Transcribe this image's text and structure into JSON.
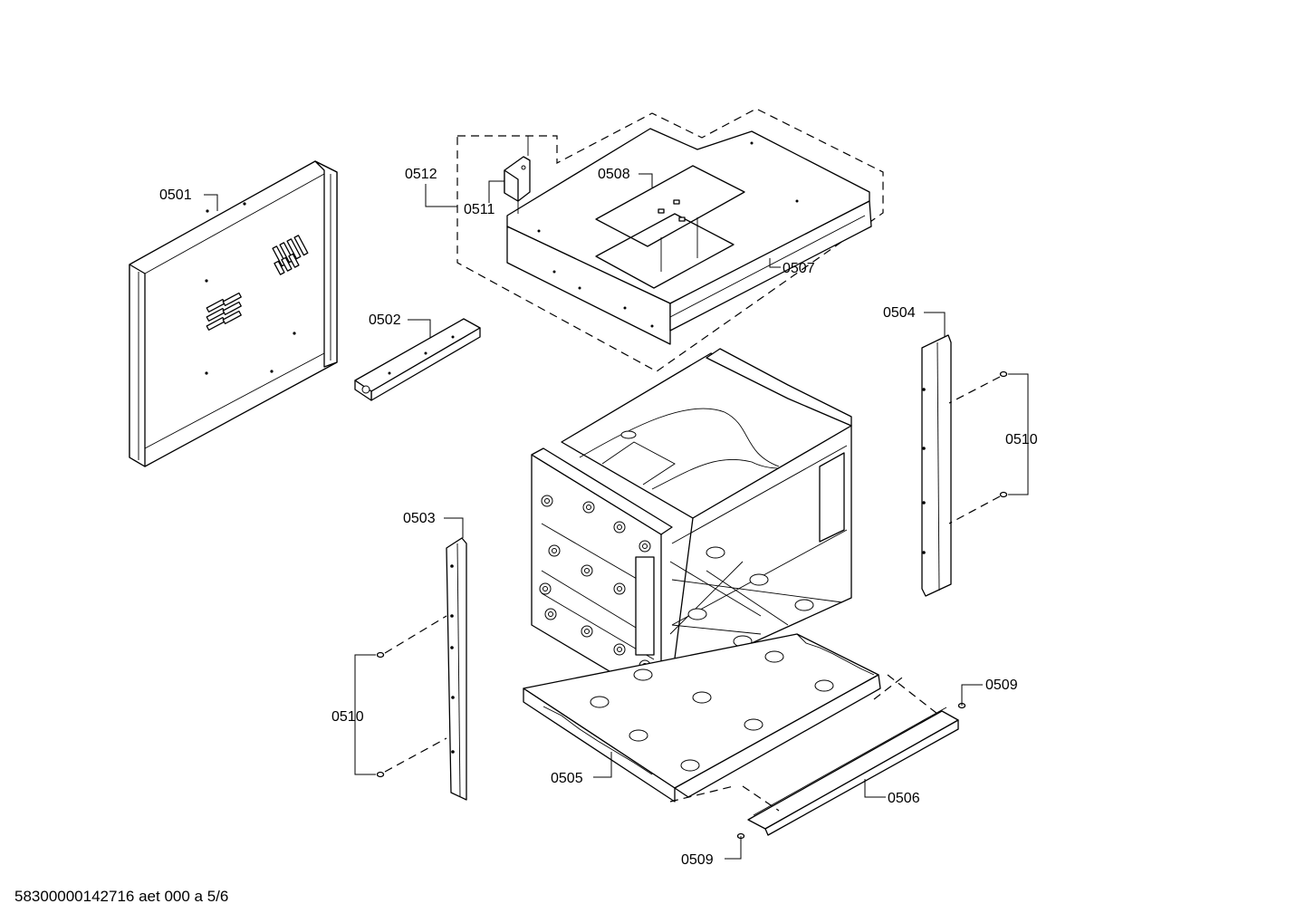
{
  "labels": {
    "p0501": "0501",
    "p0502": "0502",
    "p0503": "0503",
    "p0504": "0504",
    "p0505": "0505",
    "p0506": "0506",
    "p0507": "0507",
    "p0508": "0508",
    "p0509_right": "0509",
    "p0509_bottom": "0509",
    "p0510_left": "0510",
    "p0510_right": "0510",
    "p0511": "0511",
    "p0512": "0512"
  },
  "footer": "58300000142716 aet 000 a 5/6"
}
